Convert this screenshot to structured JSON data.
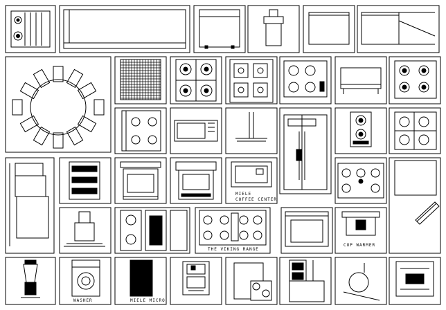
{
  "captions": {
    "miele_coffee_line1": "MIELE",
    "miele_coffee_line2": "COFFEE CENTER",
    "viking_range": "THE VIKING RANGE",
    "cup_warmer": "CUP WARMER",
    "washer_label": "WASHER",
    "oven_label": "MIELE  MICRO"
  }
}
